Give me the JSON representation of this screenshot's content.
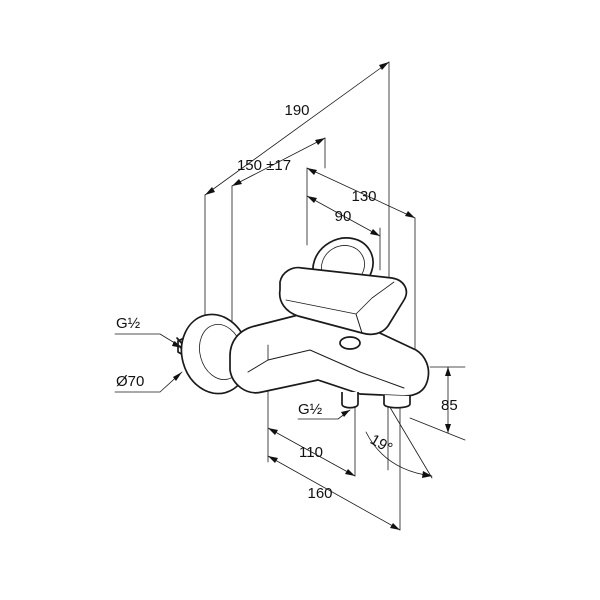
{
  "dimensions": {
    "d190": "190",
    "d150": "150 ±17",
    "d130": "130",
    "d90": "90",
    "d85": "85",
    "d110": "110",
    "d160": "160",
    "angle": "19°"
  },
  "labels": {
    "thread_wall": "G½",
    "diameter": "Ø70",
    "thread_outlet": "G½"
  }
}
